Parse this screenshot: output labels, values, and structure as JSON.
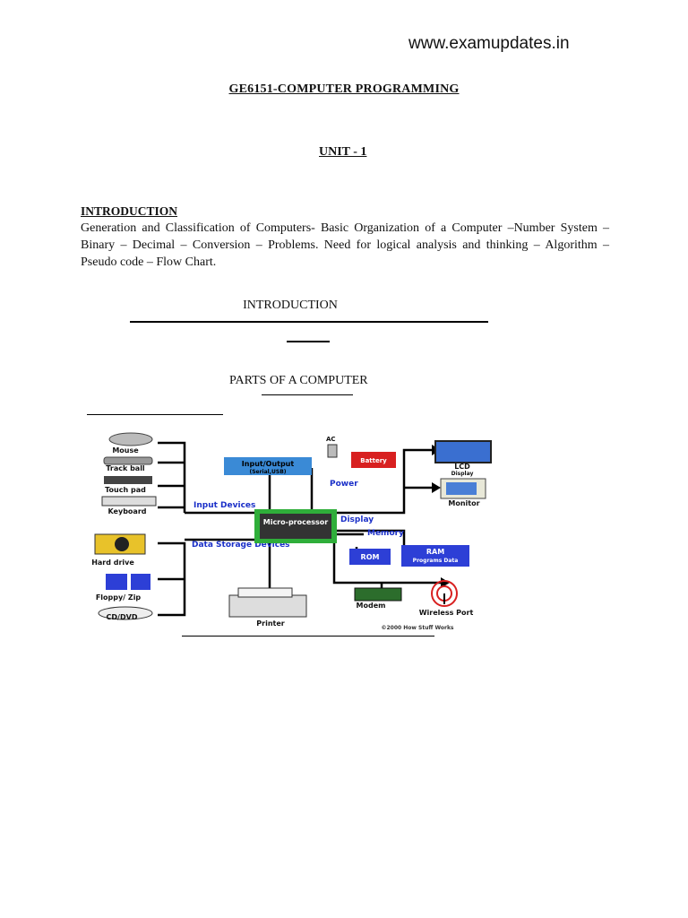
{
  "header": {
    "site_url": "www.examupdates.in"
  },
  "document": {
    "title": "GE6151-COMPUTER PROGRAMMING",
    "unit": "UNIT - 1",
    "intro_heading": "INTRODUCTION",
    "intro_text": "Generation and Classification of Computers- Basic Organization of a Computer –Number System –Binary – Decimal – Conversion – Problems. Need for logical analysis and thinking – Algorithm – Pseudo code – Flow Chart.",
    "section_heading": "INTRODUCTION",
    "subsection_heading": "PARTS OF A COMPUTER"
  },
  "diagram": {
    "input_devices": [
      "Mouse",
      "Track ball",
      "Touch pad",
      "Keyboard"
    ],
    "storage_devices": [
      "Hard drive",
      "Floppy/ Zip",
      "CD/DVD"
    ],
    "input_output": "Input/Output",
    "input_output_sub": "(Serial,USB)",
    "input_devices_label": "Input Devices",
    "storage_label": "Data Storage Devices",
    "microprocessor": "Micro-processor",
    "power_ac": "AC",
    "battery": "Battery",
    "power": "Power",
    "display": "Display",
    "lcd": "LCD",
    "lcd_sub": "Display",
    "monitor": "Monitor",
    "memory": "Memory",
    "rom": "ROM",
    "ram": "RAM",
    "ram_sub": "Programs Data",
    "printer": "Printer",
    "modem": "Modem",
    "wireless": "Wireless Port",
    "credit": "©2000 How Stuff Works",
    "colors": {
      "box_blue": "#2d3fd6",
      "label_blue": "#1a2fc8",
      "battery_red": "#d82020",
      "cpu_green": "#2fae3a"
    }
  }
}
